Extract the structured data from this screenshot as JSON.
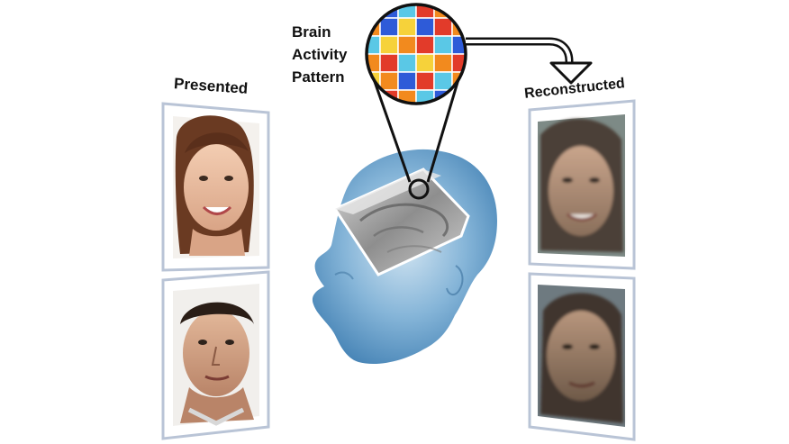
{
  "labels": {
    "presented": "Presented",
    "reconstructed": "Reconstructed",
    "brain_activity": [
      "Brain",
      "Activity",
      "Pattern"
    ]
  },
  "colors": {
    "grid_palette": [
      "#f28a1e",
      "#2e5bd8",
      "#e23b2a",
      "#f6d23a",
      "#5ac8e6"
    ],
    "head_blue": "#6fa6cf",
    "frame_border": "#b9c4d6"
  },
  "icons": {
    "female_face": "face-photo-female",
    "male_face": "face-photo-male",
    "arrow": "curved-arrow-right-down",
    "magnifier": "magnifier-circle"
  }
}
